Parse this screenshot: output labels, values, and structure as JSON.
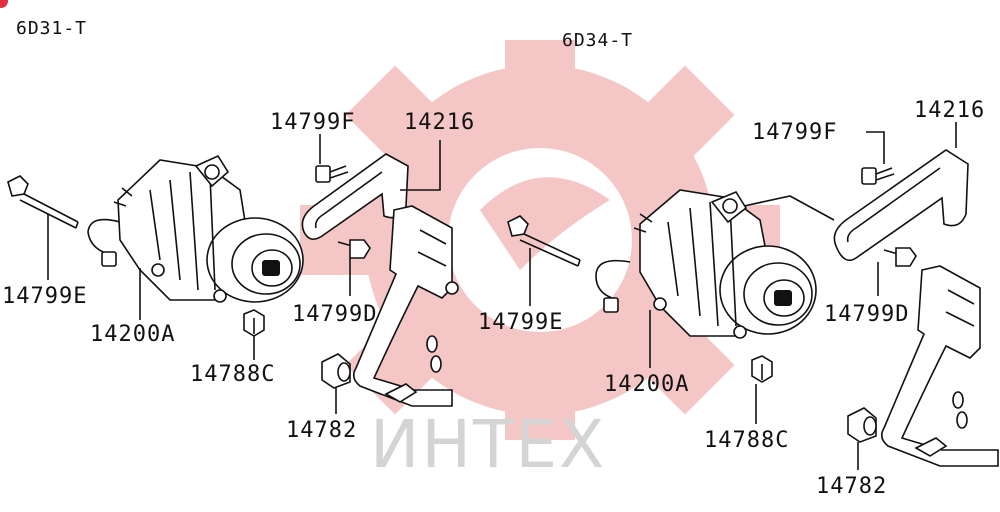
{
  "watermark": {
    "text": "ИНТЕХ",
    "gear_color": "#f4c6c6",
    "text_color": "#d4d4d4"
  },
  "left_assembly": {
    "header": "6D31-T",
    "labels": {
      "bolt_upper": "14799F",
      "bracket": "14216",
      "bolt_long": "14799E",
      "alternator": "14200A",
      "bolt_small": "14799D",
      "nut": "14788C",
      "spacer": "14782"
    }
  },
  "right_assembly": {
    "header": "6D34-T",
    "labels": {
      "bolt_upper": "14799F",
      "bracket": "14216",
      "bolt_long": "14799E",
      "alternator": "14200A",
      "bolt_small": "14799D",
      "nut": "14788C",
      "spacer": "14782"
    }
  }
}
